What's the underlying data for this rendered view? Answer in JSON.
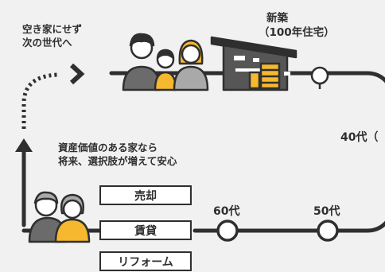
{
  "labels": {
    "vacancy_line1": "空き家にせず",
    "vacancy_line2": "次の世代へ",
    "new_build_line1": "新築",
    "new_build_line2": "（100年住宅）",
    "age_40": "40代（",
    "asset_line1": "資産価値のある家なら",
    "asset_line2": "将来、選択肢が増えて安心",
    "age_60": "60代",
    "age_50": "50代"
  },
  "options": {
    "sell": "売却",
    "rent": "賃貸",
    "reform": "リフォーム"
  },
  "colors": {
    "background": "#f1f1f1",
    "ink": "#2f2f2f",
    "accent_yellow": "#f5b82e",
    "gray_clothes": "#a9a9a9",
    "house_gray": "#565656"
  },
  "icons": [
    "family-of-three-icon",
    "elderly-couple-icon",
    "house-icon",
    "tree-icon"
  ]
}
